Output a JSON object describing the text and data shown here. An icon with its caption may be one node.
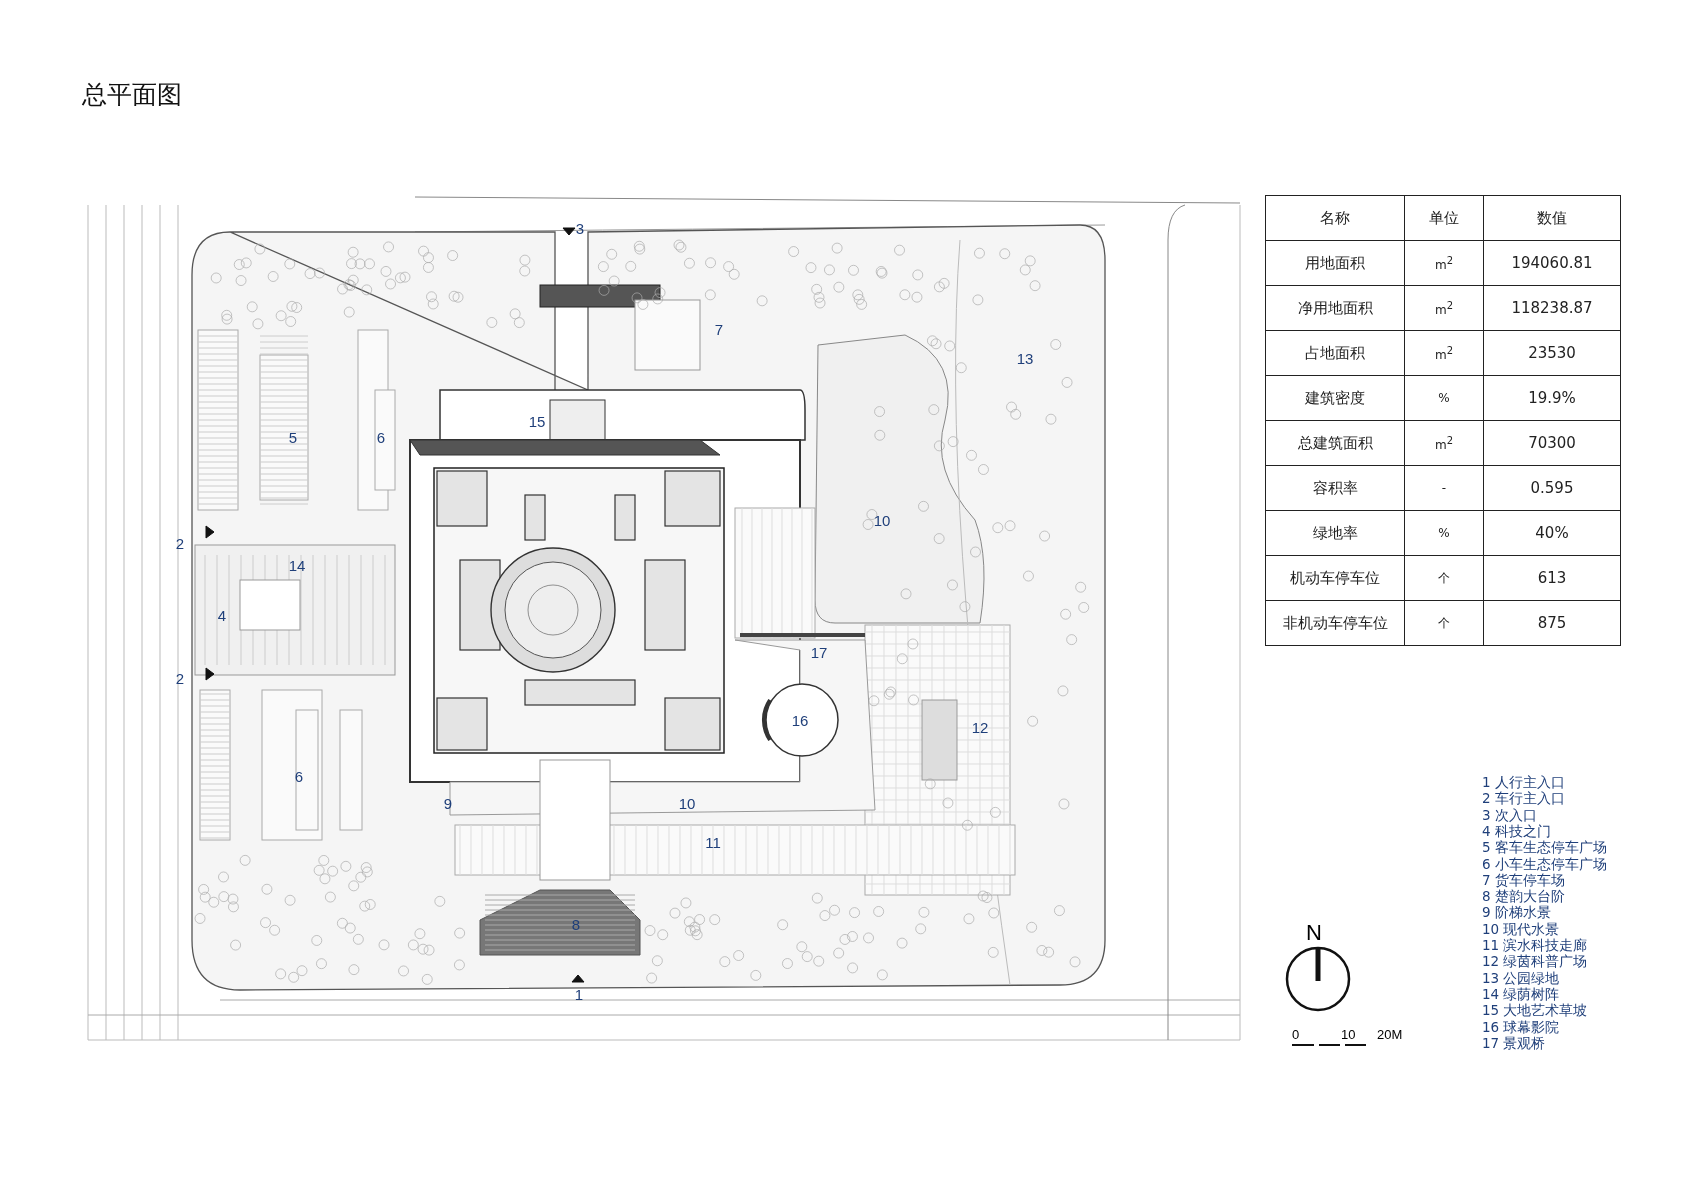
{
  "diagram": {
    "title": "总平面图",
    "labels": [
      "3",
      "7",
      "13",
      "15",
      "5",
      "6",
      "10",
      "2",
      "14",
      "4",
      "17",
      "2",
      "12",
      "16",
      "6",
      "9",
      "10",
      "11",
      "8",
      "1",
      "名称",
      "单位",
      "数值",
      "用地面积",
      "m$^{2}$",
      "194060.81",
      "净用地面积",
      "m$^{2}$",
      "118238.87",
      "占地面积",
      "m$^{2}$",
      "23530",
      "建筑密度",
      "%",
      "19.9%",
      "总建筑面积",
      "m$^{2}$",
      "70300",
      "容积率",
      "-",
      "0.595",
      "绿地率",
      "%",
      "40%",
      "机动车停车位",
      "个",
      "613",
      "非机动车停车位",
      "个",
      "875",
      "1 人行主入口",
      "2 车行主入口",
      "3 次入口",
      "4 科技之门",
      "5 客车生态停车广场",
      "6 小车生态停车广场",
      "7 货车停车场",
      "8 楚韵大台阶",
      "9 阶梯水景",
      "10 现代水景",
      "11 滨水科技走廊",
      "12 绿茵科普广场",
      "13 公园绿地",
      "14 绿荫树阵",
      "15 大地艺术草坡",
      "16 球幕影院",
      "17 景观桥",
      "N",
      "0",
      "10",
      "20M"
    ]
  }
}
